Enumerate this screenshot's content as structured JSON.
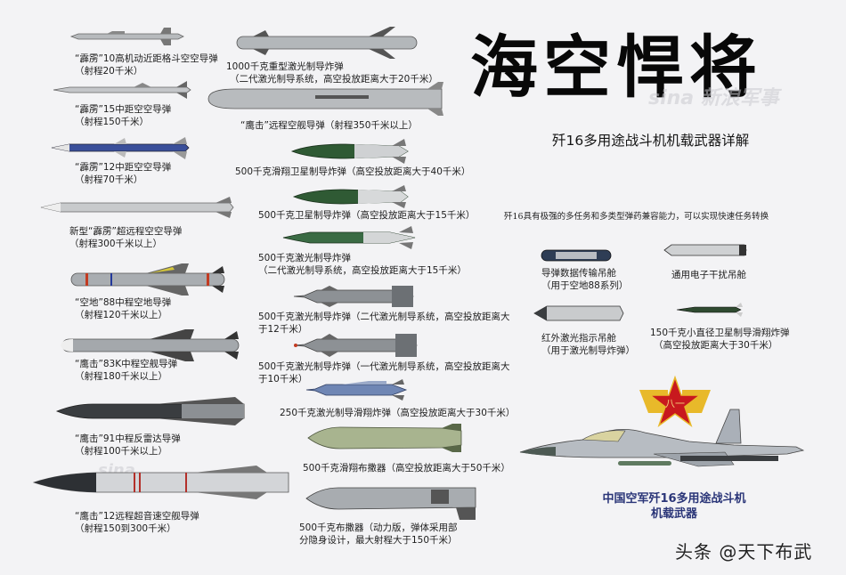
{
  "header": {
    "title": "海空悍将",
    "subtitle": "歼16多用途战斗机机载武器详解",
    "description": "歼16具有极强的多任务和多类型弹药兼容能力，可以实现快速任务转换"
  },
  "left_column": [
    {
      "name": "“霹雳”10高机动近距格斗空空导弹",
      "detail": "（射程20千米）"
    },
    {
      "name": "“霹雳”15中距空空导弹",
      "detail": "（射程150千米）"
    },
    {
      "name": "“霹雳”12中距空空导弹",
      "detail": "（射程70千米）"
    },
    {
      "name": "新型“霹雳”超远程空空导弹",
      "detail": "（射程300千米以上）"
    },
    {
      "name": "“空地”88中程空地导弹",
      "detail": "（射程120千米以上）"
    },
    {
      "name": "“鹰击”83K中程空舰导弹",
      "detail": "（射程180千米以上）"
    },
    {
      "name": "“鹰击”91中程反雷达导弹",
      "detail": "（射程100千米以上）"
    },
    {
      "name": "“鹰击”12远程超音速空舰导弹",
      "detail": "（射程150到300千米）"
    }
  ],
  "middle_column": [
    {
      "name": "1000千克重型激光制导炸弹",
      "detail": "（二代激光制导系统，高空投放距离大于20千米）"
    },
    {
      "name": "“鹰击”远程空舰导弹（射程350千米以上）",
      "detail": ""
    },
    {
      "name": "500千克滑翔卫星制导炸弹（高空投放距离大于40千米）",
      "detail": ""
    },
    {
      "name": "500千克卫星制导炸弹（高空投放距离大于15千米）",
      "detail": ""
    },
    {
      "name": "500千克激光制导炸弹",
      "detail": "（二代激光制导系统，高空投放距离大于15千米）"
    },
    {
      "name": "500千克激光制导炸弹（二代激光制导系统，高空投放距离大",
      "detail": "于12千米）"
    },
    {
      "name": "500千克激光制导炸弹（一代激光制导系统，高空投放距离大",
      "detail": "于10千米）"
    },
    {
      "name": "250千克激光制导滑翔炸弹（高空投放距离大于30千米）",
      "detail": ""
    },
    {
      "name": "500千克滑翔布撒器（高空投放距离大于50千米）",
      "detail": ""
    },
    {
      "name": "500千克布撒器（动力版，弹体采用部",
      "detail": "分隐身设计，最大射程大于150千米）"
    }
  ],
  "right_column": [
    {
      "name": "导弹数据传输吊舱",
      "detail": "（用于空地88系列）"
    },
    {
      "name": "通用电子干扰吊舱",
      "detail": ""
    },
    {
      "name": "红外激光指示吊舱",
      "detail": "（用于激光制导炸弹）"
    },
    {
      "name": "150千克小直径卫星制导滑翔炸弹",
      "detail": "（高空投放距离大于30千米）"
    }
  ],
  "emblem": {
    "text": "八一",
    "star_color": "#c8191e",
    "wing_color": "#e8b92a"
  },
  "aircraft_caption": {
    "line1": "中国空军歼16多用途战斗机",
    "line2": "机载武器"
  },
  "watermark": "头条 @天下布武",
  "site_mark": "sina 新浪军事",
  "colors": {
    "background": "#f3f3f5",
    "caption": "#2a3578",
    "missile_grey": "#b9bcc0",
    "bomb_green": "#2f5a34",
    "pl12_blue": "#3a4f9a",
    "dark_missile": "#3a3d40"
  }
}
